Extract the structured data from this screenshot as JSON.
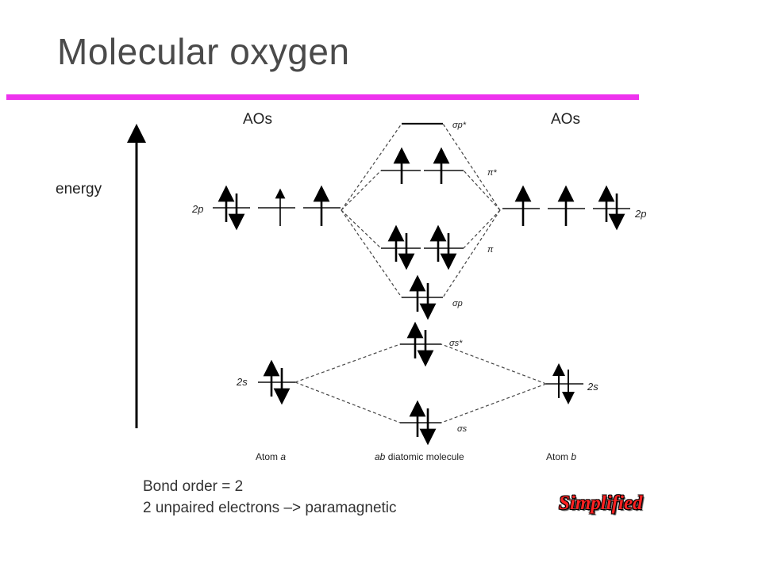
{
  "slide": {
    "title": "Molecular oxygen",
    "accent_color": "#ee33ee",
    "stamp_color": "#ff2222"
  },
  "diagram": {
    "header_left": "AOs",
    "header_right": "AOs",
    "energy_label": "energy",
    "left_2p": "2p",
    "right_2p": "2p",
    "left_2s": "2s",
    "right_2s": "2s",
    "mo_sigma_p_star": "σp*",
    "mo_pi_star": "π*",
    "mo_pi": "π",
    "mo_sigma_p": "σp",
    "mo_sigma_s_star": "σs*",
    "mo_sigma_s": "σs",
    "atom_a_prefix": "Atom ",
    "atom_a_letter": "a",
    "molecule_prefix": "ab",
    "molecule_suffix": " diatomic molecule",
    "atom_b_prefix": "Atom ",
    "atom_b_letter": "b"
  },
  "notes": {
    "line1": "Bond order = 2",
    "line2": "2 unpaired electrons –> paramagnetic"
  },
  "stamp": "Simplified"
}
